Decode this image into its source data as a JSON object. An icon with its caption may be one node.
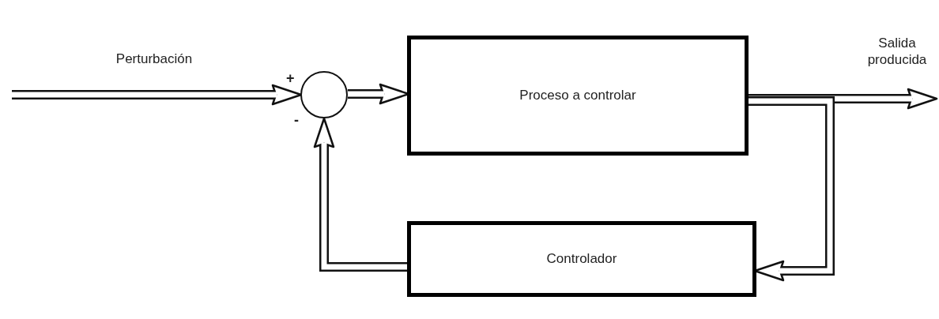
{
  "diagram": {
    "nodes": [
      {
        "text": [],
        "shape": "circle",
        "beside": [
          "+",
          "-"
        ]
      },
      {
        "text": [
          "Proceso a controlar"
        ]
      },
      {
        "text": [
          "Controlador"
        ]
      }
    ],
    "edges": [
      {
        "from": null,
        "to": 0,
        "arrow": "to",
        "label": "Perturbación"
      },
      {
        "from": 0,
        "to": 1,
        "arrow": "to"
      },
      {
        "from": 1,
        "to": null,
        "arrow": "to",
        "label": "Salida producida"
      },
      {
        "from": 1,
        "to": 2,
        "arrow": "to"
      },
      {
        "from": 2,
        "to": 0,
        "arrow": "to"
      }
    ]
  }
}
